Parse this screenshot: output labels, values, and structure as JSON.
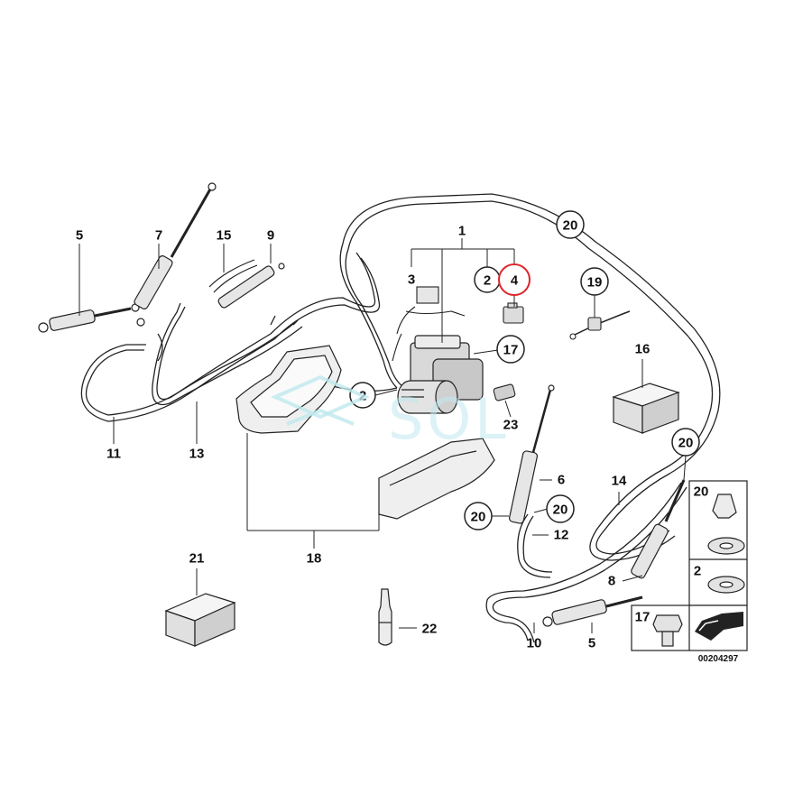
{
  "diagram": {
    "callouts": {
      "c1": "1",
      "c2a": "2",
      "c2b": "2",
      "c3": "3",
      "c4": "4",
      "c5a": "5",
      "c5b": "5",
      "c6": "6",
      "c7": "7",
      "c8": "8",
      "c9": "9",
      "c10": "10",
      "c11": "11",
      "c12": "12",
      "c13": "13",
      "c14": "14",
      "c15": "15",
      "c16": "16",
      "c17a": "17",
      "c18": "18",
      "c19": "19",
      "c20a": "20",
      "c20b": "20",
      "c20c": "20",
      "c20d": "20",
      "c21": "21",
      "c22": "22",
      "c23": "23"
    },
    "legend": {
      "row1": "20",
      "row2": "2",
      "row3": "17"
    },
    "code": "00204297",
    "watermark": "SOL",
    "highlight_color": "#e0242a"
  }
}
